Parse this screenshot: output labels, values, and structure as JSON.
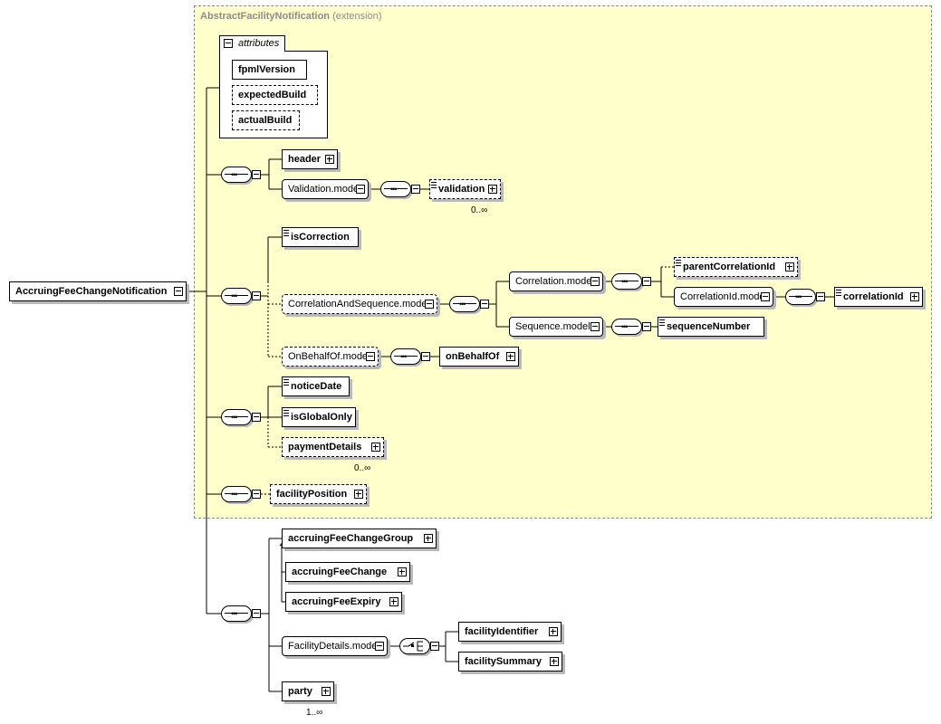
{
  "extension": {
    "type_name": "AbstractFacilityNotification",
    "suffix": "(extension)"
  },
  "attributes": {
    "tab_label": "attributes",
    "items": [
      "fpmlVersion",
      "expectedBuild",
      "actualBuild"
    ]
  },
  "root": {
    "label": "AccruingFeeChangeNotification"
  },
  "elements": {
    "header": "header",
    "validation_model": "Validation.model",
    "validation": "validation",
    "is_correction": "isCorrection",
    "correlation_and_sequence_model": "CorrelationAndSequence.model",
    "correlation_model": "Correlation.model",
    "parent_correlation_id": "parentCorrelationId",
    "correlation_id_model": "CorrelationId.model",
    "correlation_id": "correlationId",
    "sequence_model": "Sequence.model",
    "sequence_number": "sequenceNumber",
    "on_behalf_of_model": "OnBehalfOf.model",
    "on_behalf_of": "onBehalfOf",
    "notice_date": "noticeDate",
    "is_global_only": "isGlobalOnly",
    "payment_details": "paymentDetails",
    "facility_position": "facilityPosition",
    "accruing_fee_change_group": "accruingFeeChangeGroup",
    "accruing_fee_change": "accruingFeeChange",
    "accruing_fee_expiry": "accruingFeeExpiry",
    "facility_details_model": "FacilityDetails.model",
    "facility_identifier": "facilityIdentifier",
    "facility_summary": "facilitySummary",
    "party": "party"
  },
  "multiplicities": {
    "validation": "0..∞",
    "payment_details": "0..∞",
    "party": "1..∞"
  }
}
